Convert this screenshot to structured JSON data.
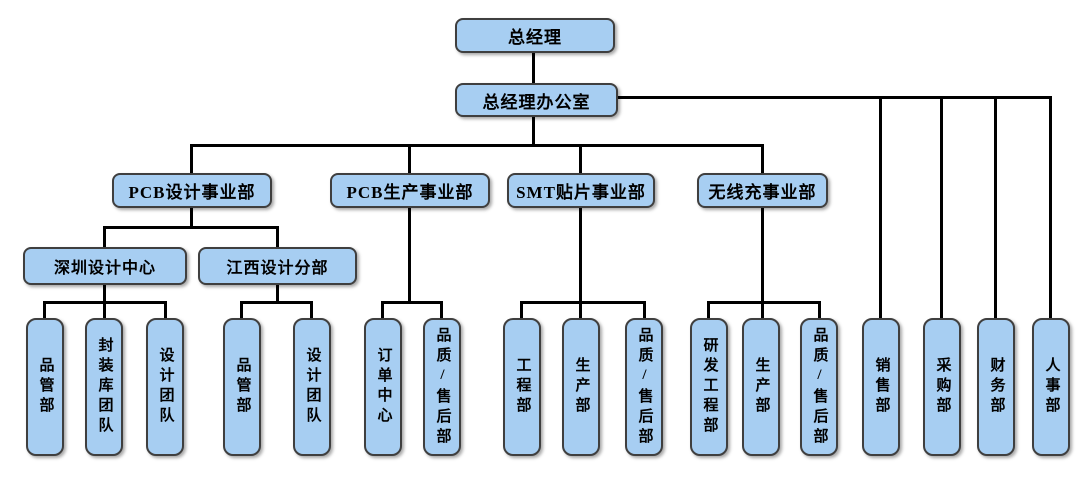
{
  "colors": {
    "node_fill": "#a7cef2",
    "node_border": "#3f3f3f",
    "connector": "#000000",
    "background": "#ffffff"
  },
  "org": {
    "general_manager": {
      "label": "总经理"
    },
    "gm_office": {
      "label": "总经理办公室"
    },
    "business_units": [
      {
        "label": "PCB设计事业部",
        "children": [
          {
            "label": "深圳设计中心",
            "children": [
              {
                "label": "品管部"
              },
              {
                "label": "封装库团队"
              },
              {
                "label": "设计团队"
              }
            ]
          },
          {
            "label": "江西设计分部",
            "children": [
              {
                "label": "品管部"
              },
              {
                "label": "设计团队"
              }
            ]
          }
        ]
      },
      {
        "label": "PCB生产事业部",
        "children": [
          {
            "label": "订单中心"
          },
          {
            "label": "品质/售后部"
          }
        ]
      },
      {
        "label": "SMT贴片事业部",
        "children": [
          {
            "label": "工程部"
          },
          {
            "label": "生产部"
          },
          {
            "label": "品质/售后部"
          }
        ]
      },
      {
        "label": "无线充事业部",
        "children": [
          {
            "label": "研发工程部"
          },
          {
            "label": "生产部"
          },
          {
            "label": "品质/售后部"
          }
        ]
      }
    ],
    "functional_departments": [
      {
        "label": "销售部"
      },
      {
        "label": "采购部"
      },
      {
        "label": "财务部"
      },
      {
        "label": "人事部"
      }
    ]
  }
}
